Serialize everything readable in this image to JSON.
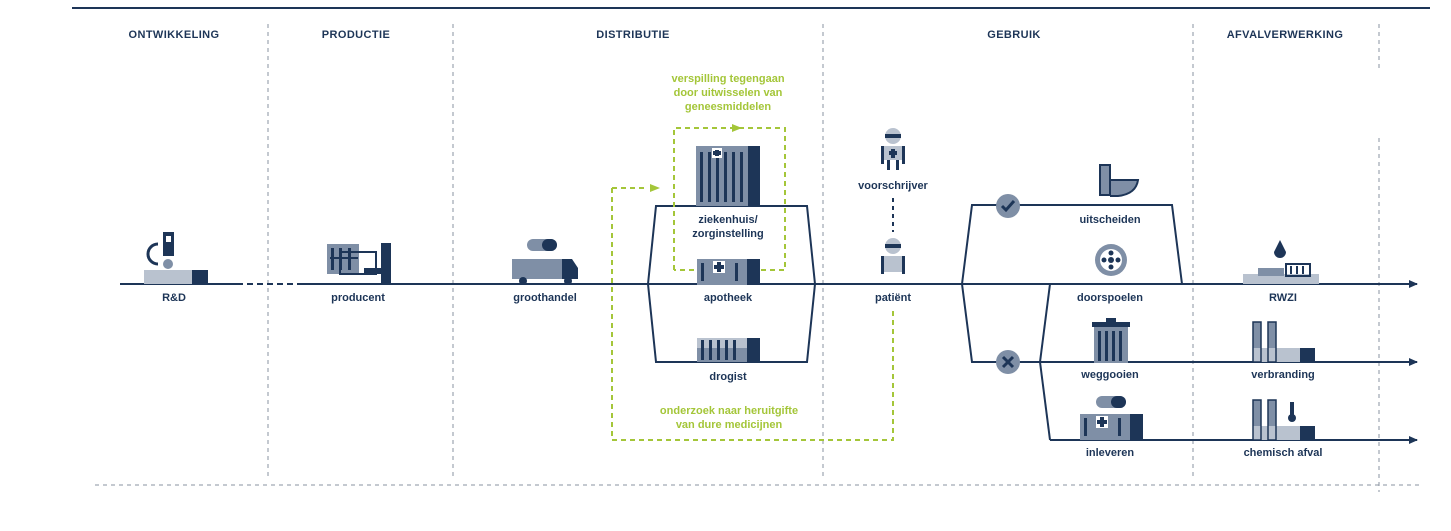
{
  "phases": {
    "ontwikkeling": "ONTWIKKELING",
    "productie": "PRODUCTIE",
    "distributie": "DISTRIBUTIE",
    "gebruik": "GEBRUIK",
    "afvalverwerking": "AFVALVERWERKING"
  },
  "nodes": {
    "rd": "R&D",
    "producent": "producent",
    "groothandel": "groothandel",
    "ziekenhuis_1": "ziekenhuis/",
    "ziekenhuis_2": "zorginstelling",
    "apotheek": "apotheek",
    "drogist": "drogist",
    "voorschrijver": "voorschrijver",
    "patient": "patiënt",
    "uitscheiden": "uitscheiden",
    "doorspoelen": "doorspoelen",
    "weggooien": "weggooien",
    "inleveren": "inleveren",
    "rwzi": "RWZI",
    "verbranding": "verbranding",
    "chemisch_afval": "chemisch afval"
  },
  "notes": {
    "verspilling": [
      "verspilling tegengaan",
      "door uitwisselen van",
      "geneesmiddelen"
    ],
    "onderzoek": [
      "onderzoek naar heruitgifte",
      "van dure medicijnen"
    ]
  },
  "icons": {
    "check": "check-icon",
    "cross": "cross-icon"
  },
  "colors": {
    "navy": "#1d3557",
    "mid": "#7f8fa6",
    "light": "#b9c2cf",
    "green": "#a4c639"
  }
}
